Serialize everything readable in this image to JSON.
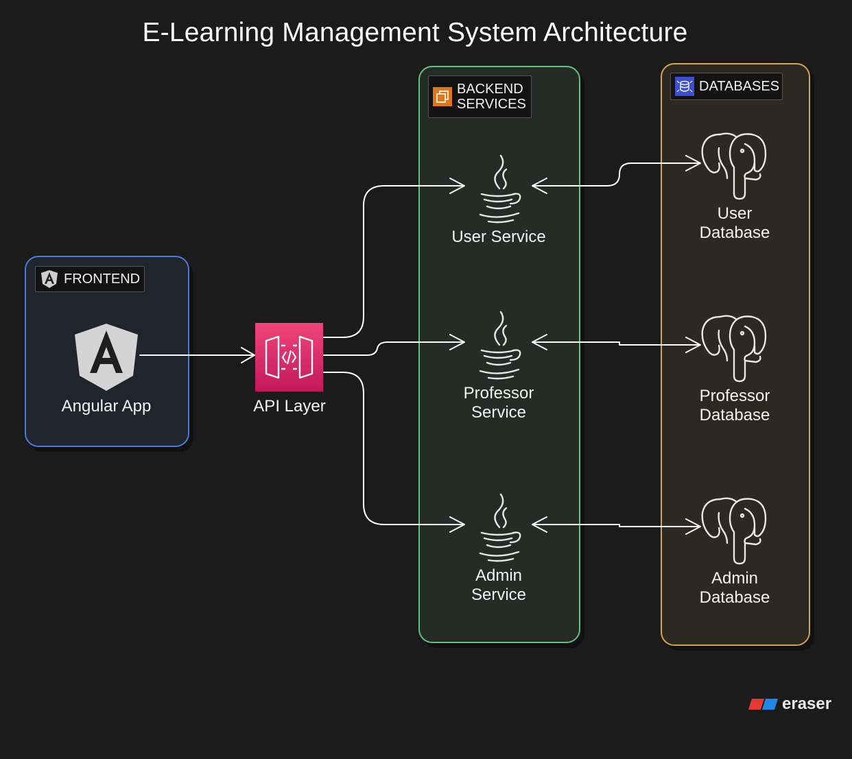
{
  "title": "E-Learning Management System Architecture",
  "groups": {
    "frontend": {
      "label": "FRONTEND",
      "color": "#4a7fd8"
    },
    "backend": {
      "label_line1": "BACKEND",
      "label_line2": "SERVICES",
      "color": "#63c27d"
    },
    "databases": {
      "label": "DATABASES",
      "color": "#d7a44d"
    }
  },
  "nodes": {
    "angular_app": {
      "label": "Angular App",
      "icon": "angular-icon"
    },
    "api_layer": {
      "label": "API Layer",
      "icon": "api-gateway-icon"
    },
    "user_service": {
      "label": "User Service",
      "icon": "java-icon"
    },
    "professor_service": {
      "label": "Professor\nService",
      "icon": "java-icon"
    },
    "admin_service": {
      "label": "Admin\nService",
      "icon": "java-icon"
    },
    "user_db": {
      "label": "User\nDatabase",
      "icon": "postgresql-icon"
    },
    "professor_db": {
      "label": "Professor\nDatabase",
      "icon": "postgresql-icon"
    },
    "admin_db": {
      "label": "Admin\nDatabase",
      "icon": "postgresql-icon"
    }
  },
  "edges": [
    {
      "from": "Angular App",
      "to": "API Layer"
    },
    {
      "from": "API Layer",
      "to": "User Service"
    },
    {
      "from": "API Layer",
      "to": "Professor Service"
    },
    {
      "from": "API Layer",
      "to": "Admin Service"
    },
    {
      "from": "User Service",
      "to": "User Database",
      "bidirectional": true
    },
    {
      "from": "Professor Service",
      "to": "Professor Database",
      "bidirectional": true
    },
    {
      "from": "Admin Service",
      "to": "Admin Database",
      "bidirectional": true
    }
  ],
  "brand": {
    "name": "eraser"
  },
  "colors": {
    "background": "#1b1b1b",
    "api_gradient_top": "#f0457a",
    "api_gradient_bottom": "#c2185b",
    "aws_orange": "#e0761b",
    "db_blue": "#3b4fd0"
  }
}
